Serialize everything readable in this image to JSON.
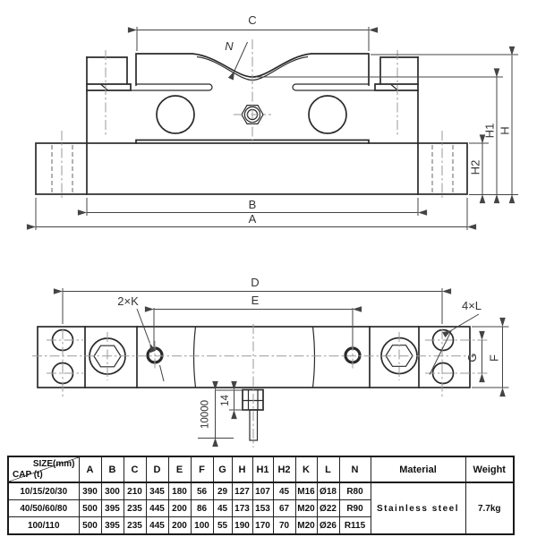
{
  "drawing": {
    "front": {
      "dims": {
        "C": "C",
        "N": "N",
        "H": "H",
        "H1": "H1",
        "H2": "H2",
        "B": "B",
        "A": "A"
      }
    },
    "top": {
      "dims": {
        "D": "D",
        "E": "E",
        "G": "G",
        "F": "F"
      },
      "callouts": {
        "k": "2×K",
        "l": "4×L"
      },
      "cable": {
        "length": "10000",
        "gland": "14"
      }
    }
  },
  "table": {
    "corner": {
      "size": "SIZE(mm)",
      "cap": "CAP (t)"
    },
    "headers": [
      "A",
      "B",
      "C",
      "D",
      "E",
      "F",
      "G",
      "H",
      "H1",
      "H2",
      "K",
      "L",
      "N",
      "Material",
      "Weight"
    ],
    "rows": [
      {
        "cap": "10/15/20/30",
        "values": [
          "390",
          "300",
          "210",
          "345",
          "180",
          "56",
          "29",
          "127",
          "107",
          "45",
          "M16",
          "Ø18",
          "R80"
        ]
      },
      {
        "cap": "40/50/60/80",
        "values": [
          "500",
          "395",
          "235",
          "445",
          "200",
          "86",
          "45",
          "173",
          "153",
          "67",
          "M20",
          "Ø22",
          "R90"
        ]
      },
      {
        "cap": "100/110",
        "values": [
          "500",
          "395",
          "235",
          "445",
          "200",
          "100",
          "55",
          "190",
          "170",
          "70",
          "M20",
          "Ø26",
          "R115"
        ]
      }
    ],
    "material": "Stainless steel",
    "weight": "7.7kg"
  },
  "colors": {
    "line": "#2a2a2a",
    "dim": "#444444",
    "center": "#9a9a9a",
    "hidden": "#666666",
    "bg": "#ffffff"
  }
}
